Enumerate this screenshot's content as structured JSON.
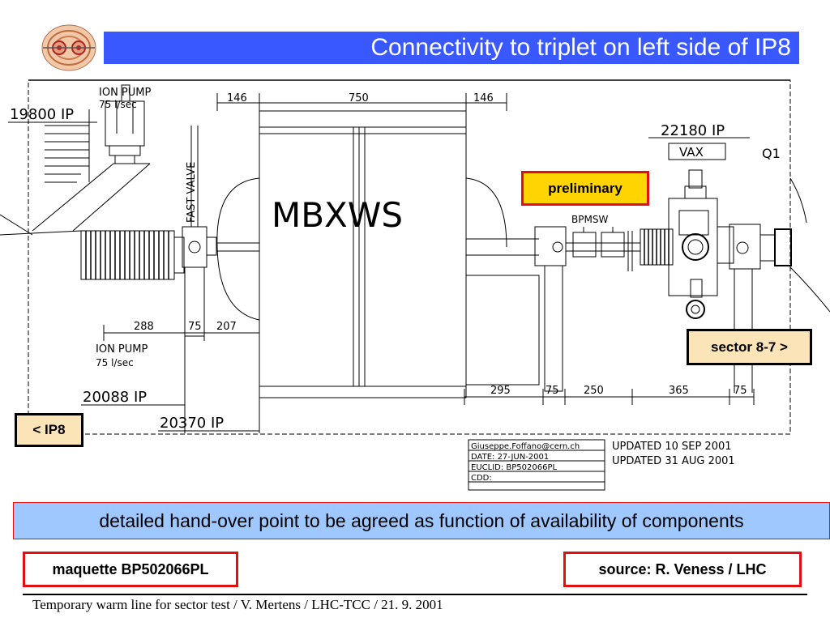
{
  "slide": {
    "title": "Connectivity to triplet on left side of IP8",
    "logo_icon": "lhc-logo-icon"
  },
  "drawing": {
    "magnet_label": "MBXWS",
    "ion_pump_top": {
      "line1": "ION PUMP",
      "line2": "75 l/sec"
    },
    "ion_pump_bottom": {
      "line1": "ION PUMP",
      "line2": "75 l/sec"
    },
    "fast_valve": "FAST VALVE",
    "vax": "VAX",
    "q1": "Q1",
    "bpmsw": "BPMSW",
    "positions": {
      "p19800": "19800 IP",
      "p20088": "20088 IP",
      "p20370": "20370 IP",
      "p22180": "22180 IP"
    },
    "dims_top": [
      "146",
      "750",
      "146"
    ],
    "dims_left": [
      "288",
      "75",
      "207"
    ],
    "dims_right": [
      "295",
      "75",
      "250",
      "365",
      "75"
    ],
    "title_block": {
      "email": "Giuseppe.Foffano@cern.ch",
      "date": "DATE: 27-JUN-2001",
      "euclid": "EUCLID: BP502066PL",
      "cdd": "CDD:",
      "updated1": "UPDATED 10 SEP 2001",
      "updated2": "UPDATED 31 AUG 2001"
    }
  },
  "tags": {
    "preliminary": "preliminary",
    "sector": "sector 8-7 >",
    "ip8": "< IP8"
  },
  "banner": "detailed hand-over point to be agreed as function of availability of components",
  "bottom": {
    "maquette": "maquette BP502066PL",
    "source": "source: R. Veness / LHC"
  },
  "footer": "Temporary warm line for sector test / V. Mertens / LHC-TCC / 21. 9. 2001",
  "colors": {
    "title_bar": "#3a58ff",
    "banner": "#9ec8ff",
    "preliminary_fill": "#ffd400",
    "tag_fill": "#fbe4b8",
    "accent_border": "#e01010"
  }
}
